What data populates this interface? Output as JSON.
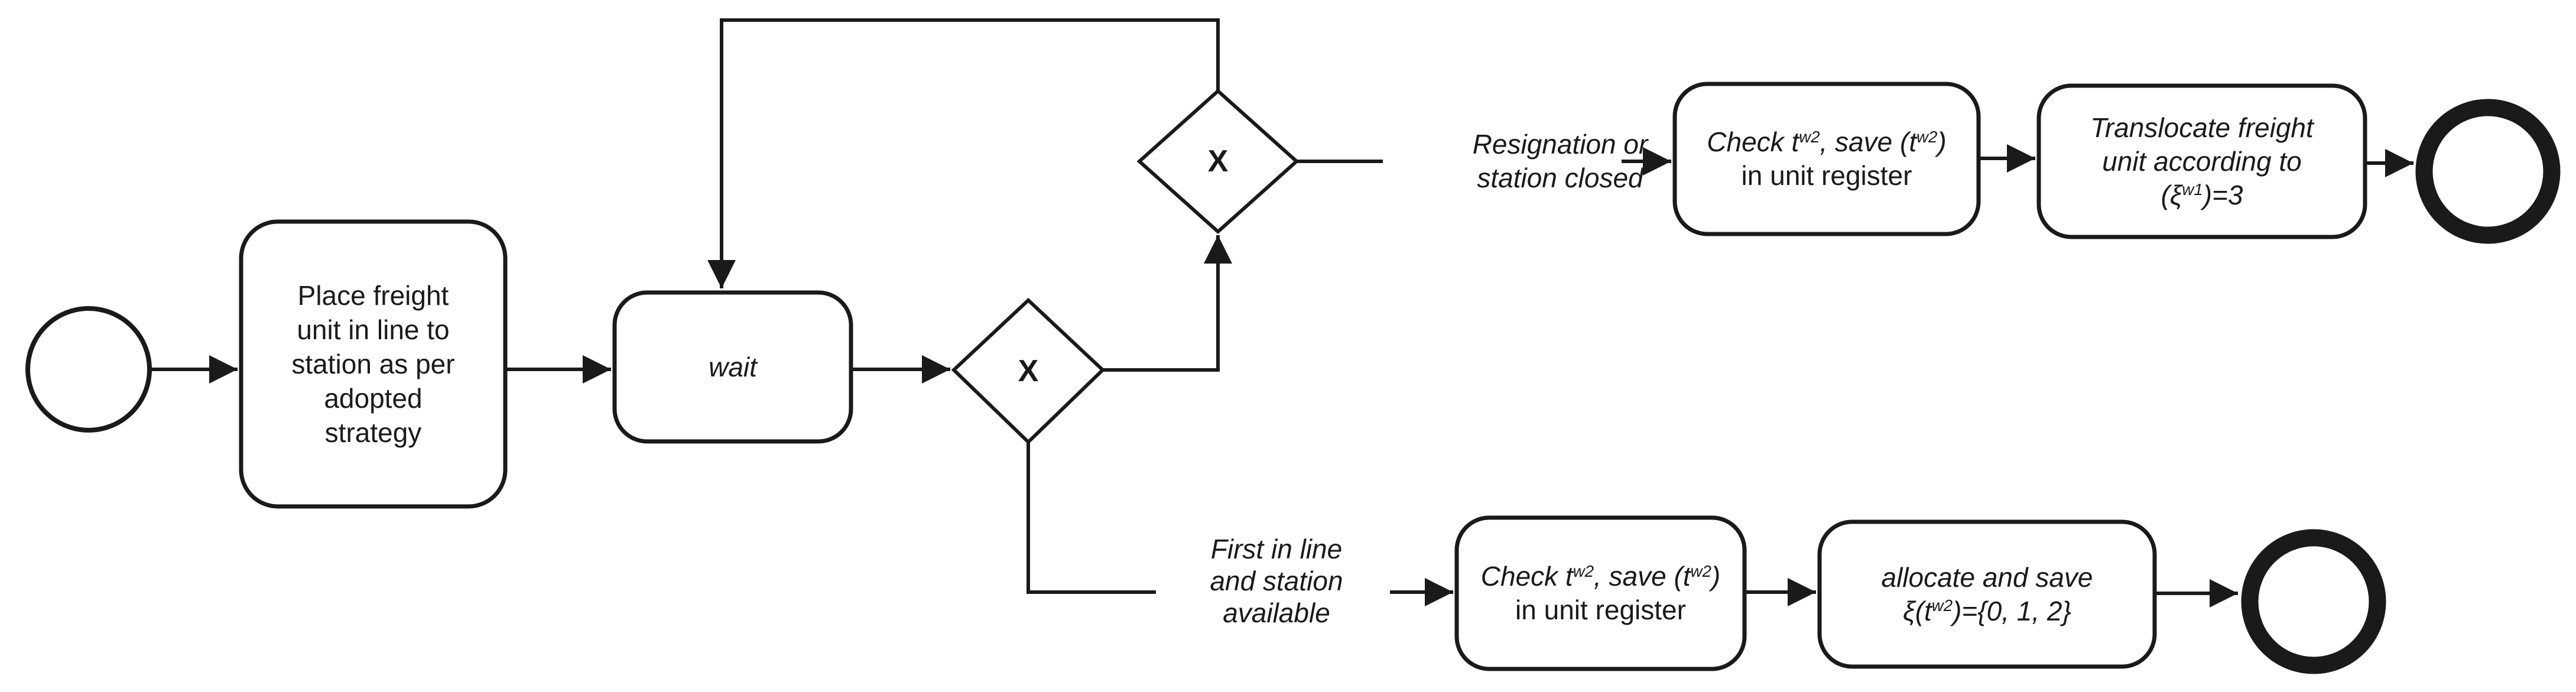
{
  "diagram": {
    "colors": {
      "stroke": "#1a1a1a",
      "text": "#1a1a1a",
      "background": "#ffffff"
    },
    "start_event": {
      "type": "bpmn-start-event"
    },
    "end_events": {
      "top": "bpmn-end-event",
      "bottom": "bpmn-end-event"
    },
    "gateways": {
      "g1": {
        "label": "X"
      },
      "g2": {
        "label": "X"
      }
    },
    "tasks": {
      "place": {
        "label": "Place freight\nunit in line to\nstation as per\nadopted\nstrategy"
      },
      "wait": {
        "label": "wait"
      },
      "check_top": {
        "p1": "Check t",
        "sup1": "w2",
        "p2": ", save (t",
        "sup2": "w2",
        "p3": ")",
        "line2": "in unit register"
      },
      "translocate": {
        "line1": "Translocate freight",
        "line2": "unit according to",
        "p1": "(ξ",
        "sup1": "w1",
        "p2": ")=3"
      },
      "check_bottom": {
        "p1": "Check t",
        "sup1": "w2",
        "p2": ", save (t",
        "sup2": "w2",
        "p3": ")",
        "line2": "in unit register"
      },
      "allocate": {
        "line1": "allocate and save",
        "p1": "ξ(t",
        "sup1": "w2",
        "p2": ")={0, 1, 2}"
      }
    },
    "edge_labels": {
      "resignation": "Resignation or\nstation closed",
      "first_in_line": "First in line\nand station\navailable"
    }
  }
}
